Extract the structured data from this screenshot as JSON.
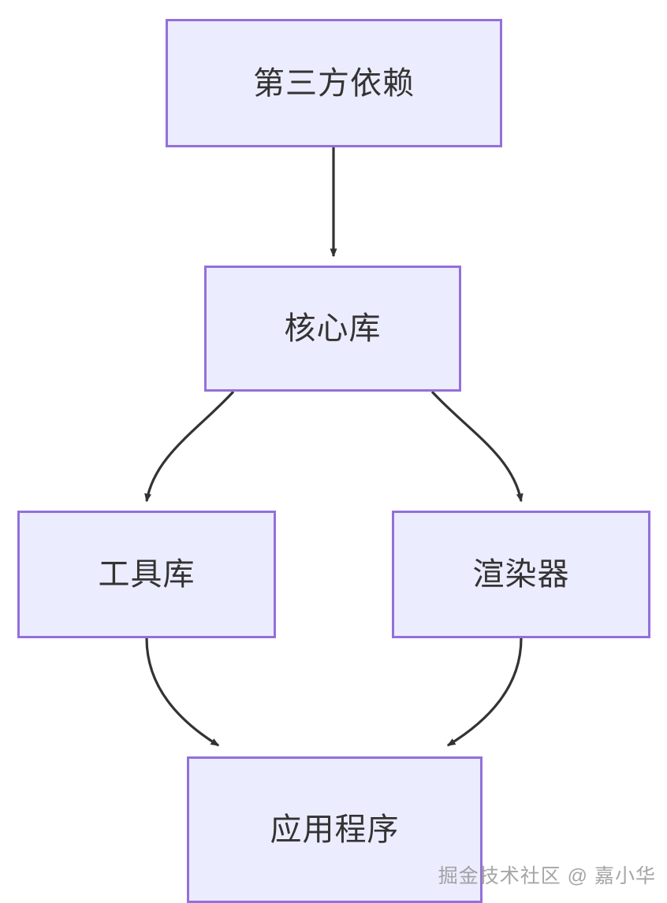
{
  "diagram": {
    "type": "flowchart",
    "direction": "top-to-bottom",
    "title": "",
    "style": {
      "node_fill": "#ececff",
      "node_border": "#9370db",
      "node_text": "#333333",
      "edge_color": "#333333",
      "background": "#ffffff"
    },
    "nodes": [
      {
        "id": "third-party",
        "label": "第三方依赖"
      },
      {
        "id": "core",
        "label": "核心库"
      },
      {
        "id": "utils",
        "label": "工具库"
      },
      {
        "id": "renderer",
        "label": "渲染器"
      },
      {
        "id": "app",
        "label": "应用程序"
      }
    ],
    "edges": [
      {
        "from": "third-party",
        "to": "core",
        "label": "",
        "shape": "straight"
      },
      {
        "from": "core",
        "to": "utils",
        "label": "",
        "shape": "curved"
      },
      {
        "from": "core",
        "to": "renderer",
        "label": "",
        "shape": "curved"
      },
      {
        "from": "utils",
        "to": "app",
        "label": "",
        "shape": "curved"
      },
      {
        "from": "renderer",
        "to": "app",
        "label": "",
        "shape": "curved"
      }
    ]
  },
  "watermark": {
    "text": "掘金技术社区 @ 嘉小华"
  }
}
